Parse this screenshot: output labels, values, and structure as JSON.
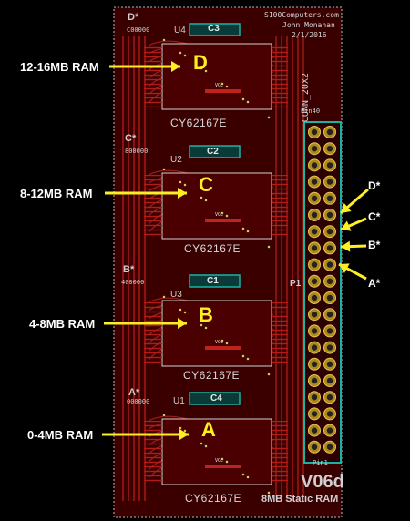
{
  "colors": {
    "background": "#000000",
    "board": "#5a0000",
    "copper": "#c0221e",
    "copper_dark": "#8a1410",
    "silk": "#d0d0d0",
    "accent_teal": "#19b3a6",
    "accent_yellow": "#ffee22",
    "annot_text": "#ffffff"
  },
  "header": {
    "company": "S100Computers.com",
    "author": "John Monahan",
    "date": "2/1/2016"
  },
  "footer": {
    "version": "V06d",
    "title": "8MB Static RAM"
  },
  "connector": {
    "name": "CONN_20X2",
    "pin_top": "Pin40",
    "ref": "P1",
    "pin_bottom": "Pin1"
  },
  "chips": [
    {
      "select": "D*",
      "addr": "C00000",
      "ref": "U4",
      "cap": "C3",
      "letter": "D",
      "part": "CY62167E",
      "range": "12-16MB RAM"
    },
    {
      "select": "C*",
      "addr": "800000",
      "ref": "U2",
      "cap": "C2",
      "letter": "C",
      "part": "CY62167E",
      "range": "8-12MB RAM"
    },
    {
      "select": "B*",
      "addr": "400000",
      "ref": "U3",
      "cap": "C1",
      "letter": "B",
      "part": "CY62167E",
      "range": "4-8MB RAM"
    },
    {
      "select": "A*",
      "addr": "000000",
      "ref": "U1",
      "cap": "C4",
      "letter": "A",
      "part": "CY62167E",
      "range": "0-4MB RAM"
    }
  ],
  "pin_callouts": [
    "D*",
    "C*",
    "B*",
    "A*"
  ],
  "vcc_label": "VCC"
}
